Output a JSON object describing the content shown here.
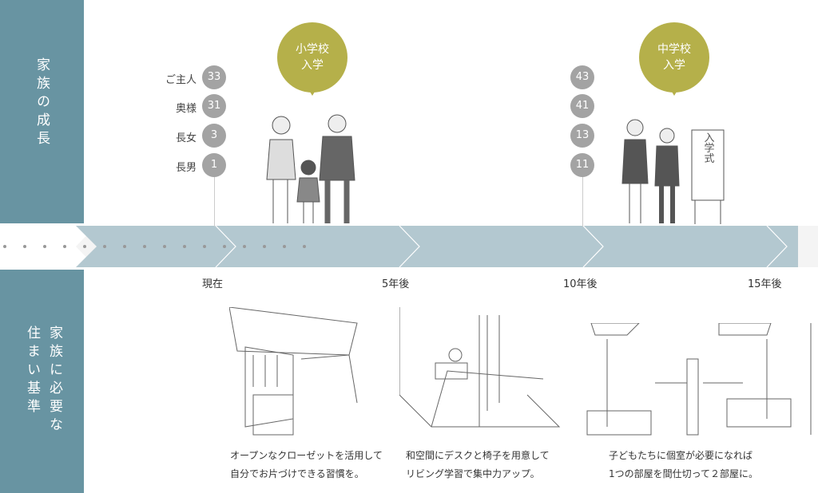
{
  "sidebar": {
    "top_label": "家族の成長",
    "bottom_label_1": "家族に必要な",
    "bottom_label_2": "住まい基準"
  },
  "members": [
    {
      "label": "ご主人",
      "age_now": "33",
      "age_10": "43"
    },
    {
      "label": "奥様",
      "age_now": "31",
      "age_10": "41"
    },
    {
      "label": "長女",
      "age_now": "3",
      "age_10": "13"
    },
    {
      "label": "長男",
      "age_now": "1",
      "age_10": "11"
    }
  ],
  "events": [
    {
      "line1": "小学校",
      "line2": "入学"
    },
    {
      "line1": "中学校",
      "line2": "入学"
    }
  ],
  "sign_text": "入学式",
  "timeline": [
    "現在",
    "5年後",
    "10年後",
    "15年後"
  ],
  "captions": [
    [
      "オープンなクローゼットを活用して",
      "自分でお片づけできる習慣を。"
    ],
    [
      "和空間にデスクと椅子を用意して",
      "リビング学習で集中力アップ。"
    ],
    [
      "子どもたちに個室が必要になれば",
      "1つの部屋を間仕切って２部屋に。"
    ]
  ],
  "colors": {
    "sidebar": "#6894a2",
    "band": "#b3c8d0",
    "age": "#a3a3a3",
    "bubble": "#b5b04a"
  }
}
